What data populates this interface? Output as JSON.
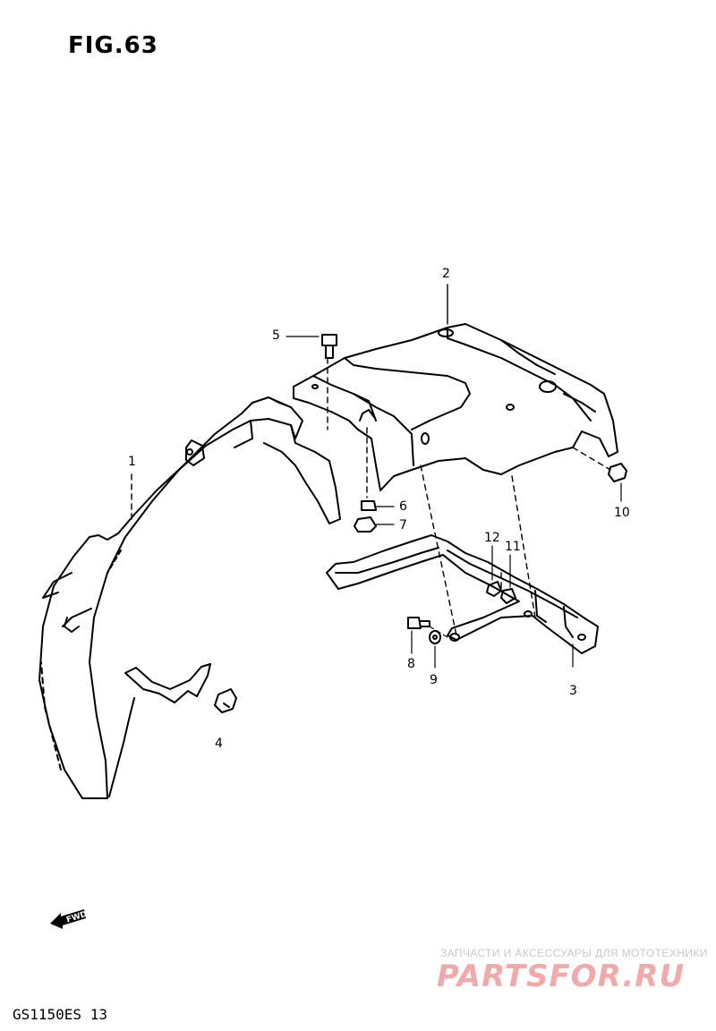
{
  "figure": {
    "title": "FIG.63"
  },
  "callouts": [
    {
      "label": "1"
    },
    {
      "label": "2"
    },
    {
      "label": "3"
    },
    {
      "label": "4"
    },
    {
      "label": "5"
    },
    {
      "label": "6"
    },
    {
      "label": "7"
    },
    {
      "label": "8"
    },
    {
      "label": "9"
    },
    {
      "label": "10"
    },
    {
      "label": "11"
    },
    {
      "label": "12"
    }
  ],
  "direction_badge": "FWD",
  "drawing_code": "GS1150ES 13",
  "watermark": {
    "tagline": "ЗАПЧАСТИ И АКСЕССУАРЫ ДЛЯ МОТОТЕХНИКИ",
    "logo": "PARTSFOR.RU",
    "color": "#f2a9a9"
  }
}
